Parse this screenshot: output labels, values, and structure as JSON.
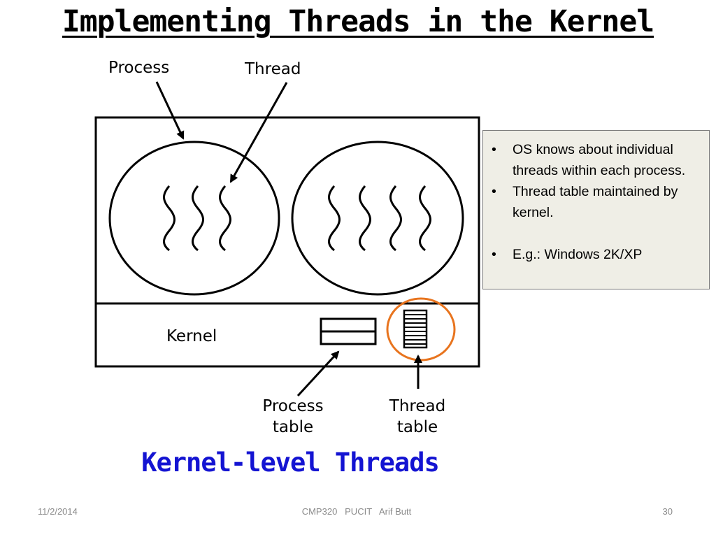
{
  "slide": {
    "title": "Implementing Threads in the Kernel",
    "caption": "Kernel-level Threads"
  },
  "diagram": {
    "process_label": "Process",
    "thread_label": "Thread",
    "kernel_label": "Kernel",
    "process_table_label": [
      "Process",
      "table"
    ],
    "thread_table_label": [
      "Thread",
      "table"
    ],
    "highlight_color": "#e8741e"
  },
  "info": {
    "bullets": [
      "OS knows about individual threads within each process.",
      "Thread table maintained by kernel.",
      "E.g.: Windows 2K/XP"
    ]
  },
  "footer": {
    "date": "11/2/2014",
    "center": "CMP320   PUCIT   Arif Butt",
    "page": "30"
  }
}
